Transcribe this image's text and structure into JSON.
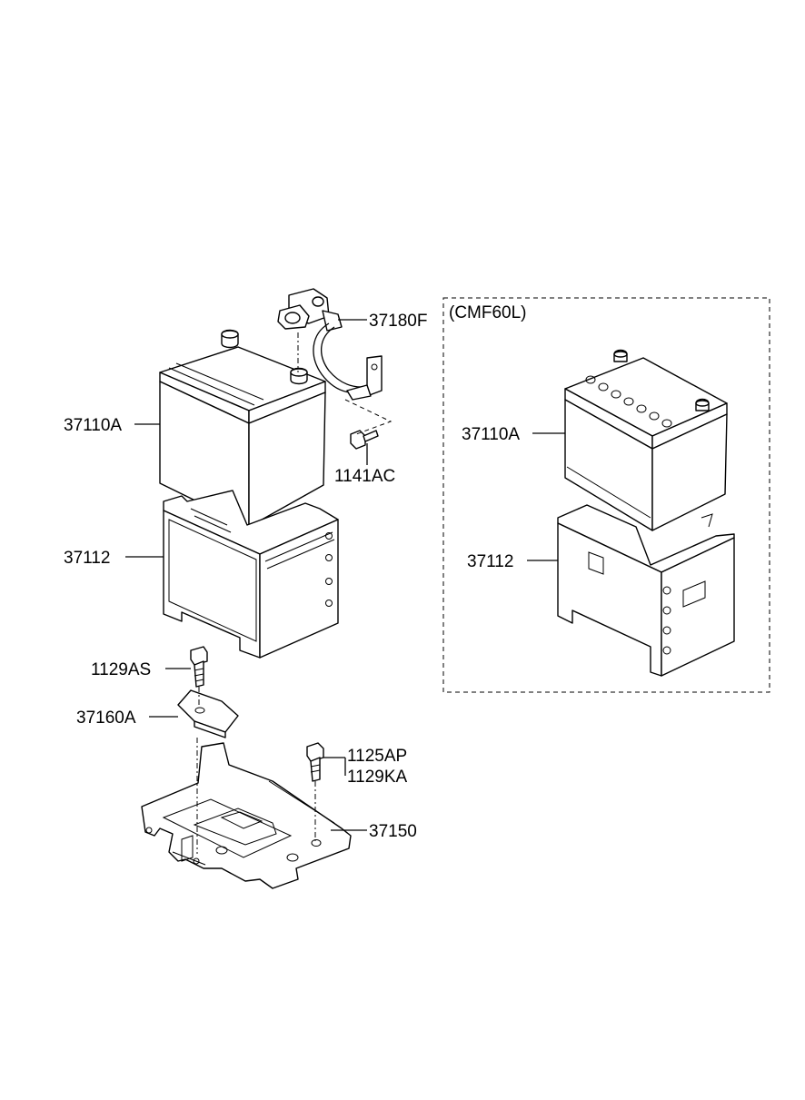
{
  "variant_box": {
    "title": "(CMF60L)"
  },
  "labels": {
    "cable": "37180F",
    "battery_main": "37110A",
    "bolt_cable": "1141AC",
    "tray_main": "37112",
    "bolt_clamp": "1129AS",
    "clamp": "37160A",
    "bolt_tray_1": "1125AP",
    "bolt_tray_2": "1129KA",
    "bracket": "37150",
    "battery_variant": "37110A",
    "tray_variant": "37112"
  }
}
